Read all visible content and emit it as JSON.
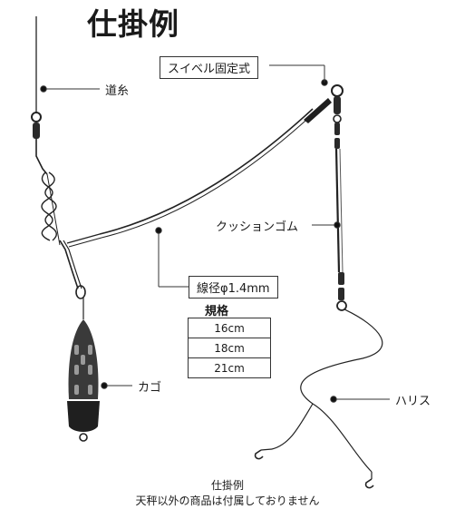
{
  "title": "仕掛例",
  "labels": {
    "main_line": "道糸",
    "swivel_fixed": "スイベル固定式",
    "cushion_rubber": "クッションゴム",
    "wire_diameter": "線径φ1.4mm",
    "basket": "カゴ",
    "harris": "ハリス"
  },
  "spec": {
    "title": "規格",
    "sizes": [
      "16cm",
      "18cm",
      "21cm"
    ]
  },
  "caption": {
    "line1": "仕掛例",
    "line2": "天秤以外の商品は付属しておりません"
  },
  "colors": {
    "line": "#222222",
    "sinker_body": "#3a3a3a",
    "sinker_base": "#1f1f1f",
    "swivel": "#2a2a2a"
  }
}
